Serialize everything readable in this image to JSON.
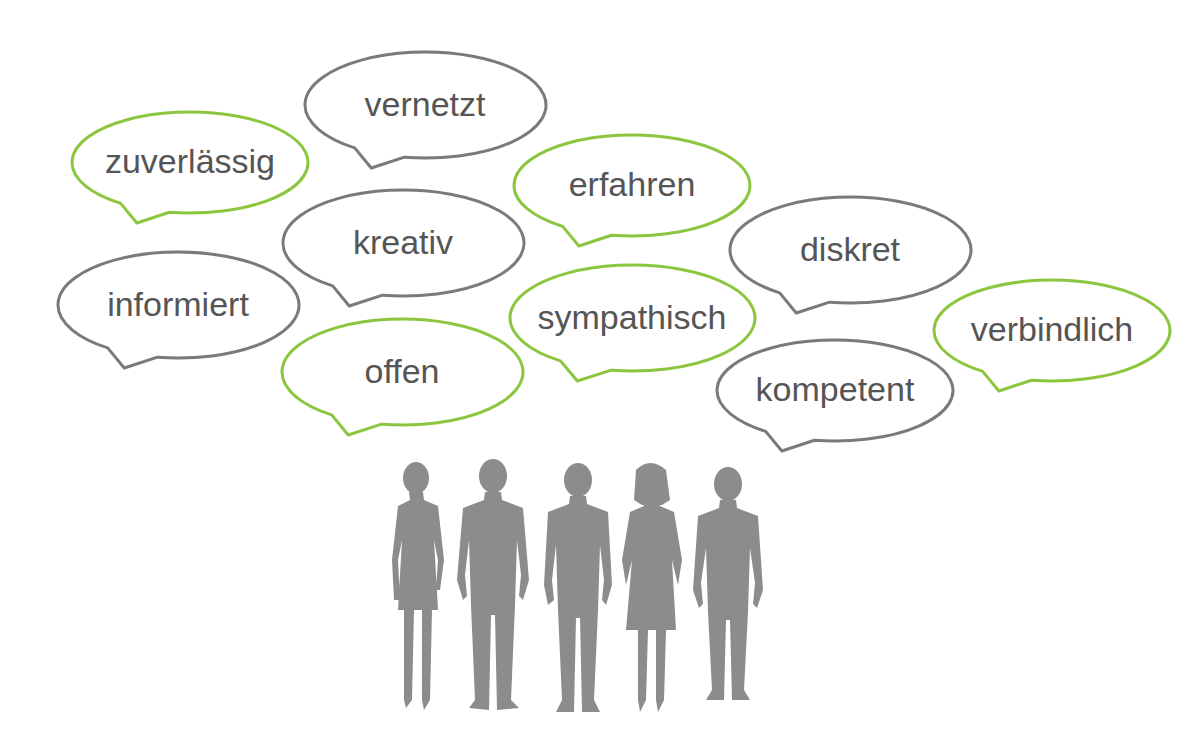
{
  "diagram": {
    "nodes": [
      {
        "text": [
          "vernetzt"
        ]
      },
      {
        "text": [
          "zuverlässig"
        ]
      },
      {
        "text": [
          "erfahren"
        ]
      },
      {
        "text": [
          "kreativ"
        ]
      },
      {
        "text": [
          "diskret"
        ]
      },
      {
        "text": [
          "informiert"
        ]
      },
      {
        "text": [
          "sympathisch"
        ]
      },
      {
        "text": [
          "verbindlich"
        ]
      },
      {
        "text": [
          "offen"
        ]
      },
      {
        "text": [
          "kompetent"
        ]
      }
    ]
  }
}
